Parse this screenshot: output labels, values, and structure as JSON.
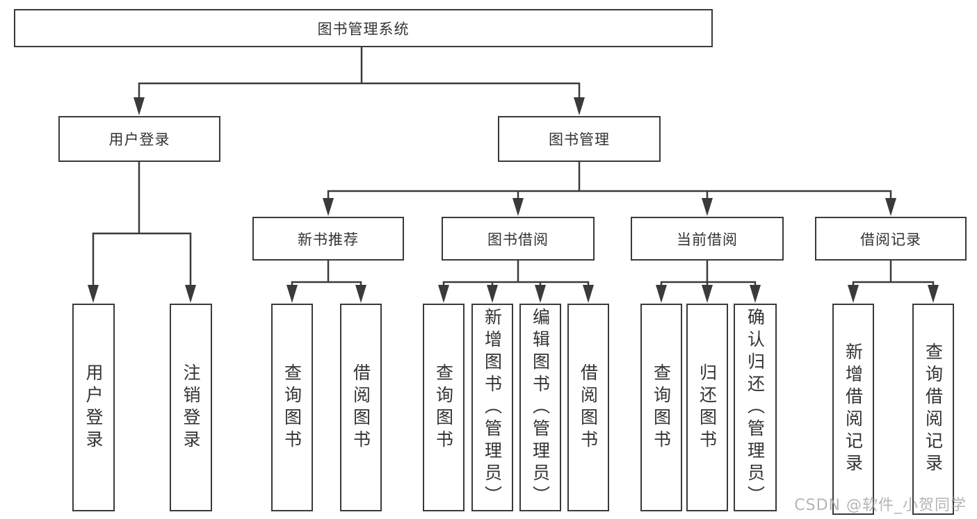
{
  "diagram": {
    "root": {
      "label": "图书管理系统"
    },
    "level2": [
      {
        "label": "用户登录"
      },
      {
        "label": "图书管理"
      }
    ],
    "level3": [
      {
        "label": "新书推荐"
      },
      {
        "label": "图书借阅"
      },
      {
        "label": "当前借阅"
      },
      {
        "label": "借阅记录"
      }
    ],
    "leaf_groups": [
      {
        "parent": "用户登录",
        "items": [
          "用户登录",
          "注销登录"
        ]
      },
      {
        "parent": "新书推荐",
        "items": [
          "查询图书",
          "借阅图书"
        ]
      },
      {
        "parent": "图书借阅",
        "items": [
          "查询图书",
          "新增图书（管理员）",
          "编辑图书（管理员）",
          "借阅图书"
        ]
      },
      {
        "parent": "当前借阅",
        "items": [
          "查询图书",
          "归还图书",
          "确认归还（管理员）"
        ]
      },
      {
        "parent": "借阅记录",
        "items": [
          "新增借阅记录",
          "查询借阅记录"
        ]
      }
    ]
  },
  "colors": {
    "line": "#3a3a3a",
    "text": "#333333",
    "background": "#ffffff",
    "watermark": "#a8a8a8"
  },
  "watermark": "CSDN @软件_小贺同学"
}
